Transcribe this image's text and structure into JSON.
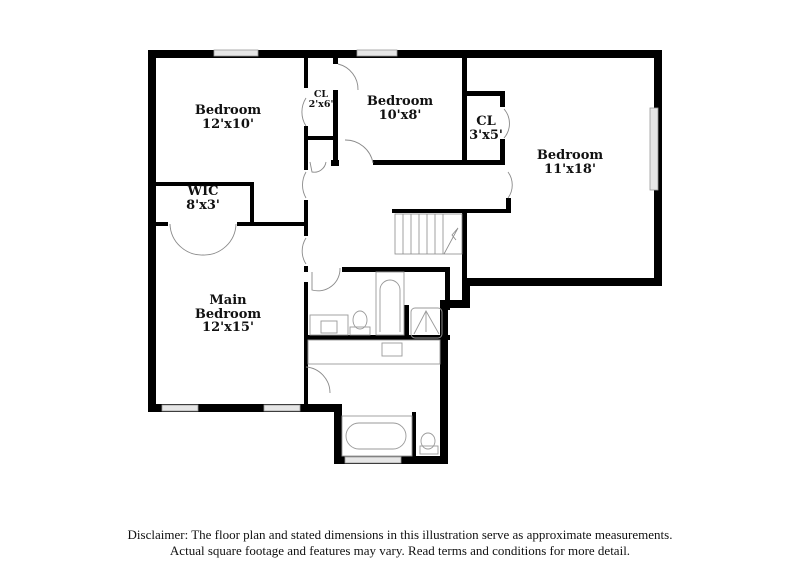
{
  "floorplan": {
    "rooms": [
      {
        "id": "bedroom-1",
        "name": "Bedroom",
        "dims": "12'x10'"
      },
      {
        "id": "closet-1",
        "name": "CL",
        "dims": "2'x6'"
      },
      {
        "id": "bedroom-2",
        "name": "Bedroom",
        "dims": "10'x8'"
      },
      {
        "id": "closet-2",
        "name": "CL",
        "dims": "3'x5'"
      },
      {
        "id": "bedroom-3",
        "name": "Bedroom",
        "dims": "11'x18'"
      },
      {
        "id": "wic",
        "name": "WIC",
        "dims": "8'x3'"
      },
      {
        "id": "main-bedroom",
        "name": "Main Bedroom",
        "name_line1": "Main",
        "name_line2": "Bedroom",
        "dims": "12'x15'"
      }
    ],
    "colors": {
      "wall": "#000000",
      "fixture": "#9a9a9a",
      "window": "#d8d8d8",
      "background": "#ffffff"
    }
  },
  "disclaimer": {
    "line1": "Disclaimer: The floor plan and stated dimensions in this illustration serve as approximate measurements.",
    "line2": "Actual square footage and features may vary. Read terms and conditions for more detail."
  }
}
